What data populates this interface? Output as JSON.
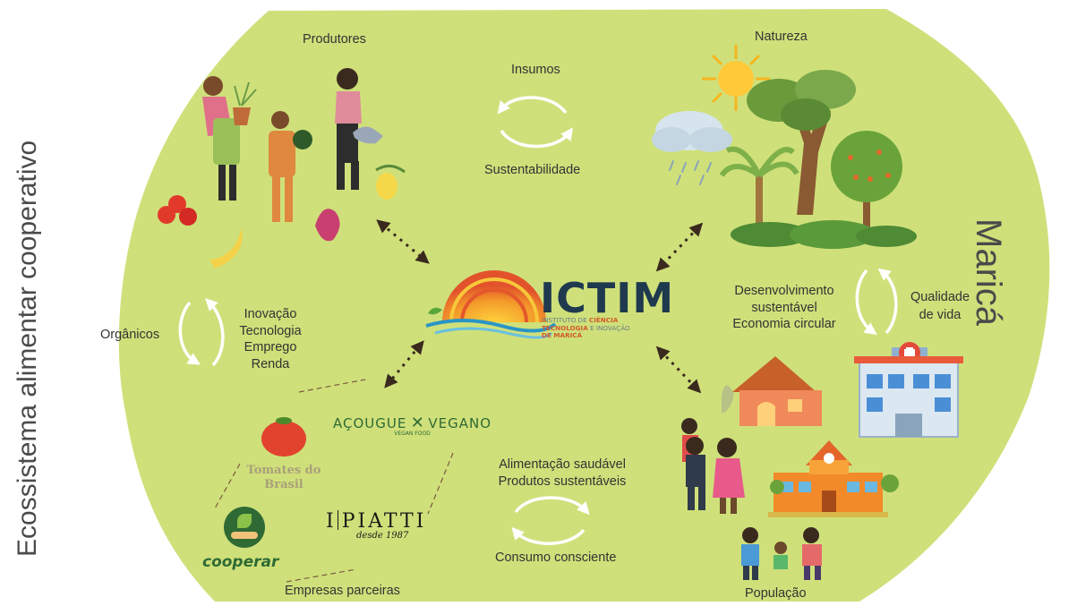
{
  "title_left": "Ecossistema alimentar cooperativo",
  "title_right": "Maricá",
  "logo": {
    "name": "ICTIM",
    "line1a": "INSTITUTO DE ",
    "line1b": "CIÊNCIA",
    "line2a": "TECNOLOGIA",
    "line2b": " E INOVAÇÃO",
    "line3": "DE MARICÁ"
  },
  "nodes": {
    "produtores": "Produtores",
    "natureza": "Natureza",
    "populacao": "População",
    "empresas": "Empresas parceiras"
  },
  "cycles": {
    "top": {
      "upper": "Insumos",
      "lower": "Sustentabilidade"
    },
    "left": {
      "side": "Orgânicos",
      "lines": [
        "Inovação",
        "Tecnologia",
        "Emprego",
        "Renda"
      ]
    },
    "right": {
      "side_lines": [
        "Desenvolvimento",
        "sustentável",
        "Economia circular"
      ],
      "other_lines": [
        "Qualidade",
        "de vida"
      ]
    },
    "bottom": {
      "upper_lines": [
        "Alimentação saudável",
        "Produtos sustentáveis"
      ],
      "lower": "Consumo consciente"
    }
  },
  "partners": {
    "acougue_left": "AÇOUGUE",
    "acougue_right": "VEGANO",
    "acougue_sub": "VEGAN FOOD",
    "tomates_line1": "Tomates do",
    "tomates_line2": "Brasil",
    "cooperar": "cooperar",
    "piatti_i": "I",
    "piatti_name": "PIATTI",
    "piatti_sub": "desde 1987"
  },
  "colors": {
    "background_blob": "#cfe07a",
    "logo_dark": "#1f3a4e",
    "logo_accent": "#d15a2c",
    "arrow": "#3a2a1e",
    "cycle_arrow": "#ffffff"
  }
}
